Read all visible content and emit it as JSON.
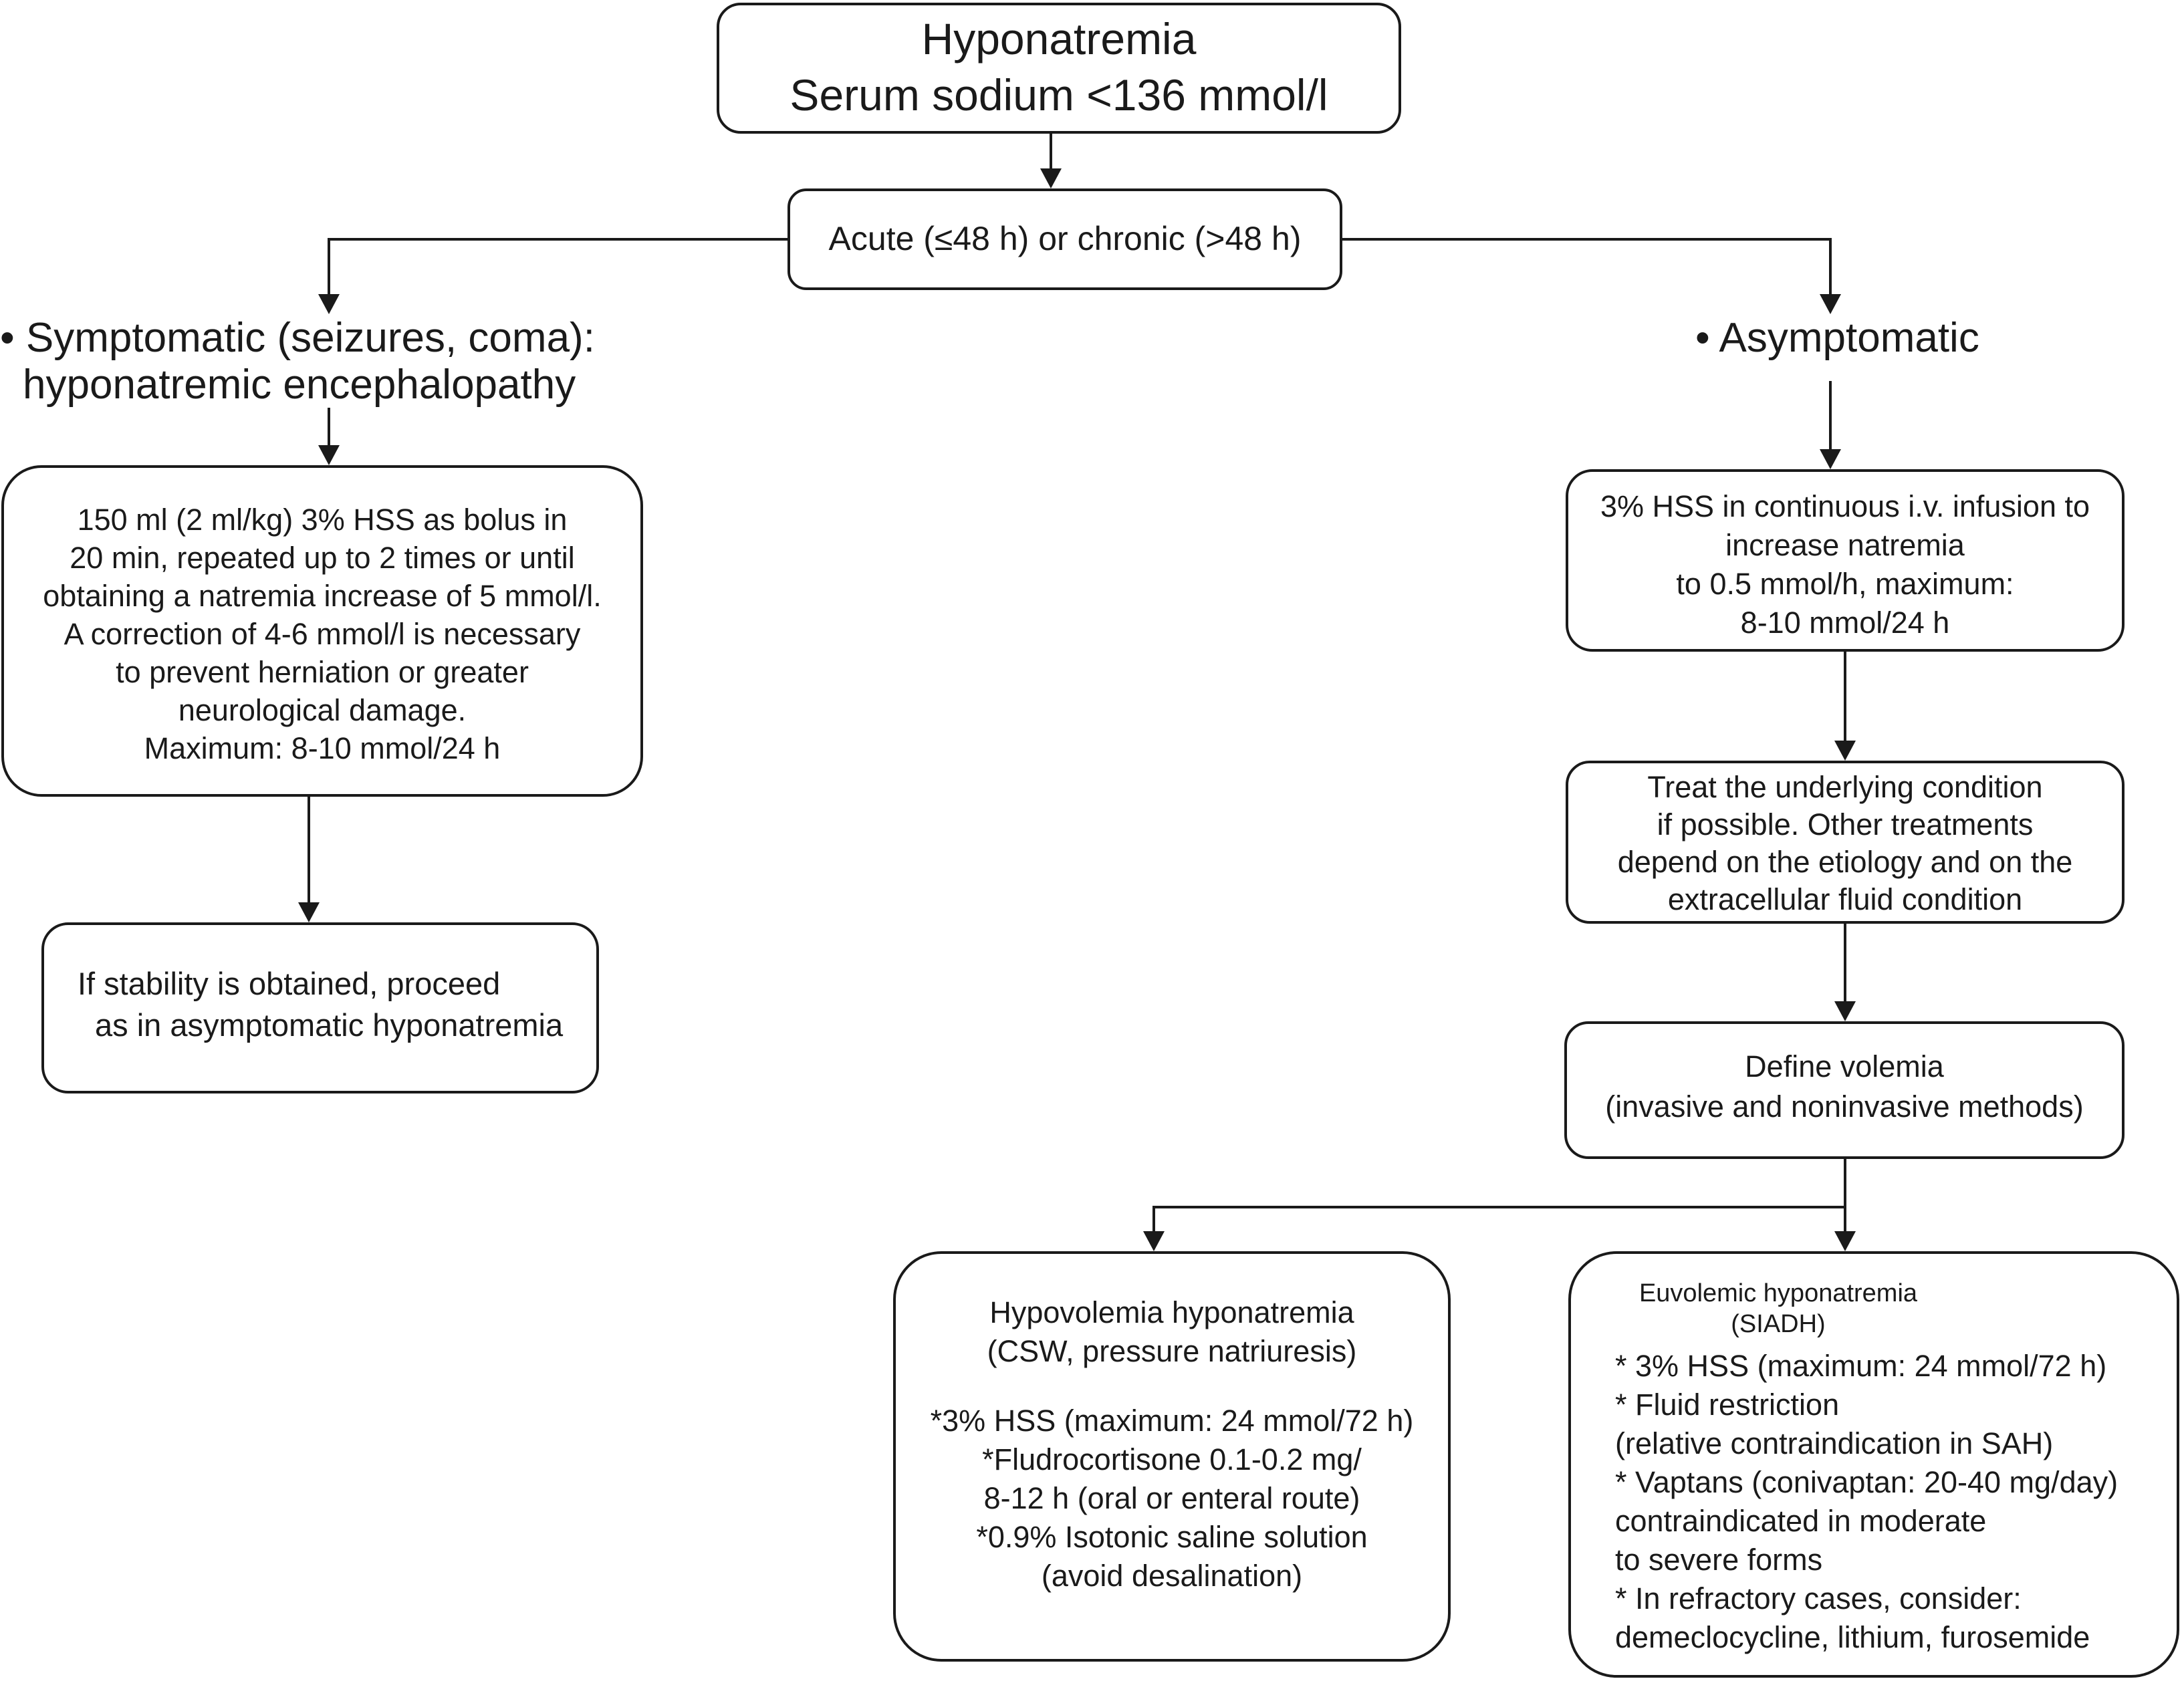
{
  "nodes": {
    "root": {
      "lines": [
        "Hyponatremia",
        "Serum sodium <136 mmol/l"
      ]
    },
    "onset": {
      "lines": [
        "Acute (≤48 h) or chronic (>48 h)"
      ]
    },
    "symptomatic": {
      "lines": [
        "• Symptomatic (seizures, coma):",
        "hyponatremic encephalopathy"
      ]
    },
    "asymptomatic": {
      "lines": [
        "• Asymptomatic"
      ]
    },
    "bolus": {
      "lines": [
        "150 ml (2 ml/kg) 3% HSS as bolus in",
        "20 min, repeated up to 2 times or until",
        "obtaining a natremia increase of 5 mmol/l.",
        "A correction of 4-6 mmol/l is necessary",
        "to prevent herniation or greater",
        "neurological damage.",
        "Maximum: 8-10 mmol/24 h"
      ]
    },
    "stability": {
      "lines": [
        "If stability is obtained, proceed",
        "as in asymptomatic hyponatremia"
      ]
    },
    "infusion": {
      "lines": [
        "3% HSS in continuous i.v. infusion to",
        "increase natremia",
        "to 0.5 mmol/h, maximum:",
        "8-10 mmol/24 h"
      ]
    },
    "treat": {
      "lines": [
        "Treat the underlying condition",
        "if possible. Other treatments",
        "depend on the etiology and on the",
        "extracellular fluid condition"
      ]
    },
    "volemia": {
      "lines": [
        "Define volemia",
        "(invasive and noninvasive methods)"
      ]
    },
    "hypovolemia": {
      "title": [
        "Hypovolemia hyponatremia",
        "(CSW, pressure natriuresis)"
      ],
      "items": [
        "*3% HSS (maximum: 24 mmol/72 h)",
        "*Fludrocortisone 0.1-0.2 mg/",
        "8-12 h (oral or enteral route)",
        "*0.9% Isotonic saline solution",
        "(avoid desalination)"
      ]
    },
    "euvolemic": {
      "title": [
        "Euvolemic hyponatremia",
        "(SIADH)"
      ],
      "items": [
        "* 3% HSS (maximum: 24 mmol/72 h)",
        "* Fluid restriction",
        "(relative contraindication in SAH)",
        "* Vaptans (conivaptan: 20-40 mg/day)",
        "contraindicated in moderate",
        "to severe forms",
        "* In refractory cases, consider:",
        "demeclocycline, lithium, furosemide"
      ]
    }
  }
}
